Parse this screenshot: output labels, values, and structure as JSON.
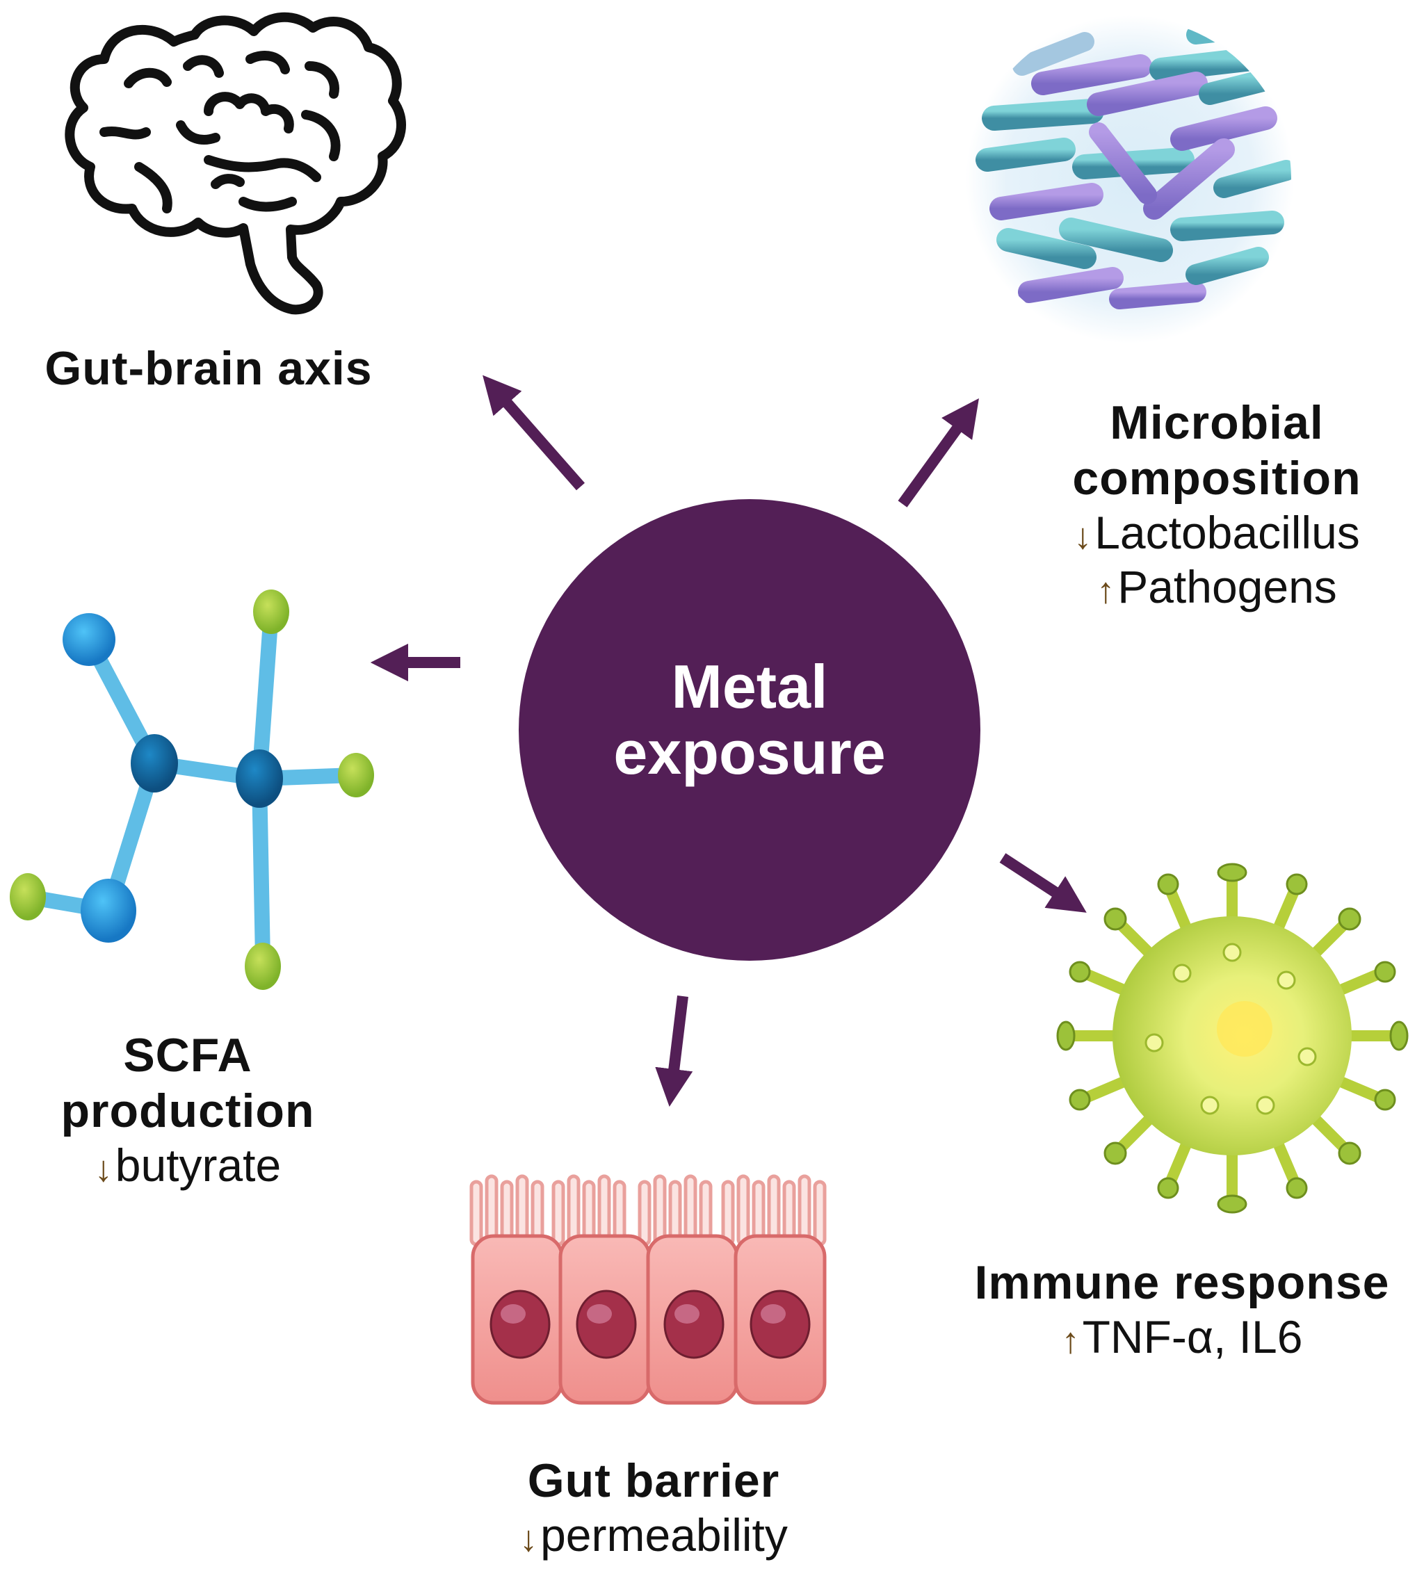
{
  "center": {
    "line1": "Metal",
    "line2": "exposure"
  },
  "nodes": {
    "gut_brain": {
      "title": "Gut-brain axis",
      "icon": "brain-icon"
    },
    "microbial": {
      "title_line1": "Microbial",
      "title_line2": "composition",
      "effect1_arrow": "↓",
      "effect1": "Lactobacillus",
      "effect2_arrow": "↑",
      "effect2": "Pathogens",
      "icon": "bacteria-icon"
    },
    "scfa": {
      "title_line1": "SCFA",
      "title_line2": "production",
      "effect_arrow": "↓",
      "effect": "butyrate",
      "icon": "molecule-icon"
    },
    "gut_barrier": {
      "title": "Gut barrier",
      "effect_arrow": "↓",
      "effect": "permeability",
      "icon": "epithelial-cells-icon"
    },
    "immune": {
      "title": "Immune response",
      "effect_arrow": "↑",
      "effect": "TNF-α, IL6",
      "icon": "virus-icon"
    }
  },
  "colors": {
    "center_fill": "#531f56",
    "arrow": "#531f56",
    "text": "#111111",
    "effect_arrow": "#6b4a1a"
  }
}
